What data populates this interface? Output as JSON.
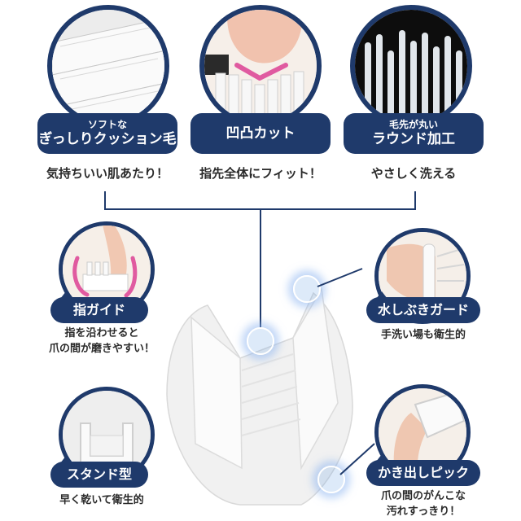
{
  "features_top": [
    {
      "label_small": "ソフトな",
      "label_big": "ぎっしりクッション毛",
      "desc": "気持ちいい肌あたり！",
      "icon": "bristle-closeup-icon"
    },
    {
      "label_small": "",
      "label_big": "凹凸カット",
      "desc": "指先全体にフィット！",
      "icon": "v-cut-icon"
    },
    {
      "label_small": "毛先が丸い",
      "label_big": "ラウンド加工",
      "desc": "やさしく洗える",
      "icon": "round-tip-icon"
    }
  ],
  "features_side": [
    {
      "label": "指ガイド",
      "desc1": "指を沿わせると",
      "desc2": "爪の間が磨きやすい！",
      "icon": "finger-guide-icon"
    },
    {
      "label": "水しぶきガード",
      "desc1": "手洗い場も衛生的",
      "desc2": "",
      "icon": "splash-guard-icon"
    },
    {
      "label": "スタンド型",
      "desc1": "早く乾いて衛生的",
      "desc2": "",
      "icon": "stand-icon"
    },
    {
      "label": "かき出しピック",
      "desc1": "爪の間のがんこな",
      "desc2": "汚れすっきり！",
      "icon": "pick-icon"
    }
  ],
  "colors": {
    "navy": "#1f3a6b",
    "pink": "#e05aa0"
  }
}
